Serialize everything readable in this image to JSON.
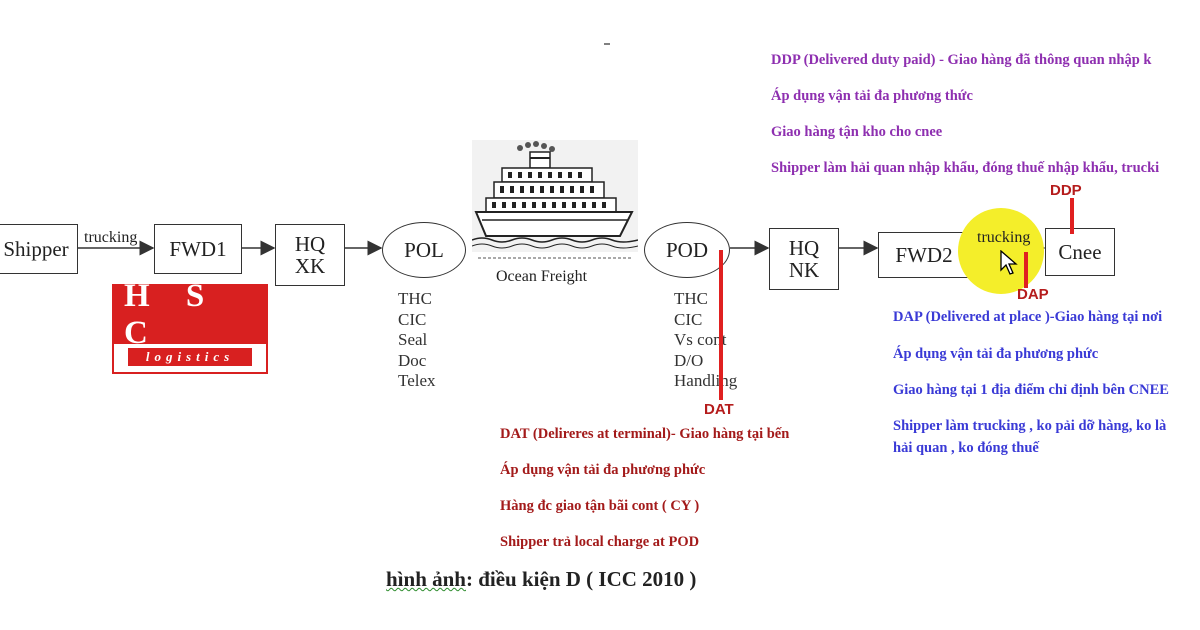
{
  "nodes": {
    "shipper": "Shipper",
    "fwd1": "FWD1",
    "hq_xk_1": "HQ",
    "hq_xk_2": "XK",
    "pol": "POL",
    "pod": "POD",
    "hq_nk_1": "HQ",
    "hq_nk_2": "NK",
    "fwd2": "FWD2",
    "cnee": "Cnee"
  },
  "arrow_labels": {
    "trucking_left": "trucking",
    "trucking_right": "trucking",
    "ocean_freight": "Ocean Freight"
  },
  "pol_charges": [
    "THC",
    "CIC",
    "Seal",
    "Doc",
    "Telex"
  ],
  "pod_charges": [
    "THC",
    "CIC",
    "Vs cont",
    "D/O",
    "Handling"
  ],
  "markers": {
    "ddp": "DDP",
    "dap": "DAP",
    "dat": "DAT"
  },
  "logo": {
    "name": "H S C",
    "sub": "logistics",
    "color": "#d82020"
  },
  "ddp_notes": [
    "DDP (Delivered duty paid) - Giao hàng đã thông quan nhập k",
    "Áp dụng vận tải đa phương thức",
    "Giao hàng tận kho cho cnee",
    "Shipper làm hải quan nhập khẩu, đóng thuế nhập khẩu, trucki"
  ],
  "dap_notes": [
    "DAP (Delivered at place )-Giao hàng tại nơi",
    "Áp dụng vận tải đa phương phức",
    "Giao hàng tại 1 địa điểm chỉ định bên CNEE",
    "Shipper làm trucking , ko pải dỡ hàng,  ko là",
    "hải quan , ko đóng thuế"
  ],
  "dat_notes": [
    "DAT (Delireres at terminal)- Giao hàng tại bến",
    "Áp dụng vận tải đa phương phức",
    "Hàng đc giao tận bãi cont ( CY )",
    "Shipper trả local charge at POD"
  ],
  "caption": {
    "part1": "hình ảnh",
    "part2": ": điều kiện D ( ICC 2010 )"
  },
  "colors": {
    "ddp_text": "#8e2fb0",
    "dap_text": "#3a3ad6",
    "dat_text": "#a31a1a",
    "marker_red": "#e02020",
    "cursor_highlight": "#f4ee2a"
  }
}
